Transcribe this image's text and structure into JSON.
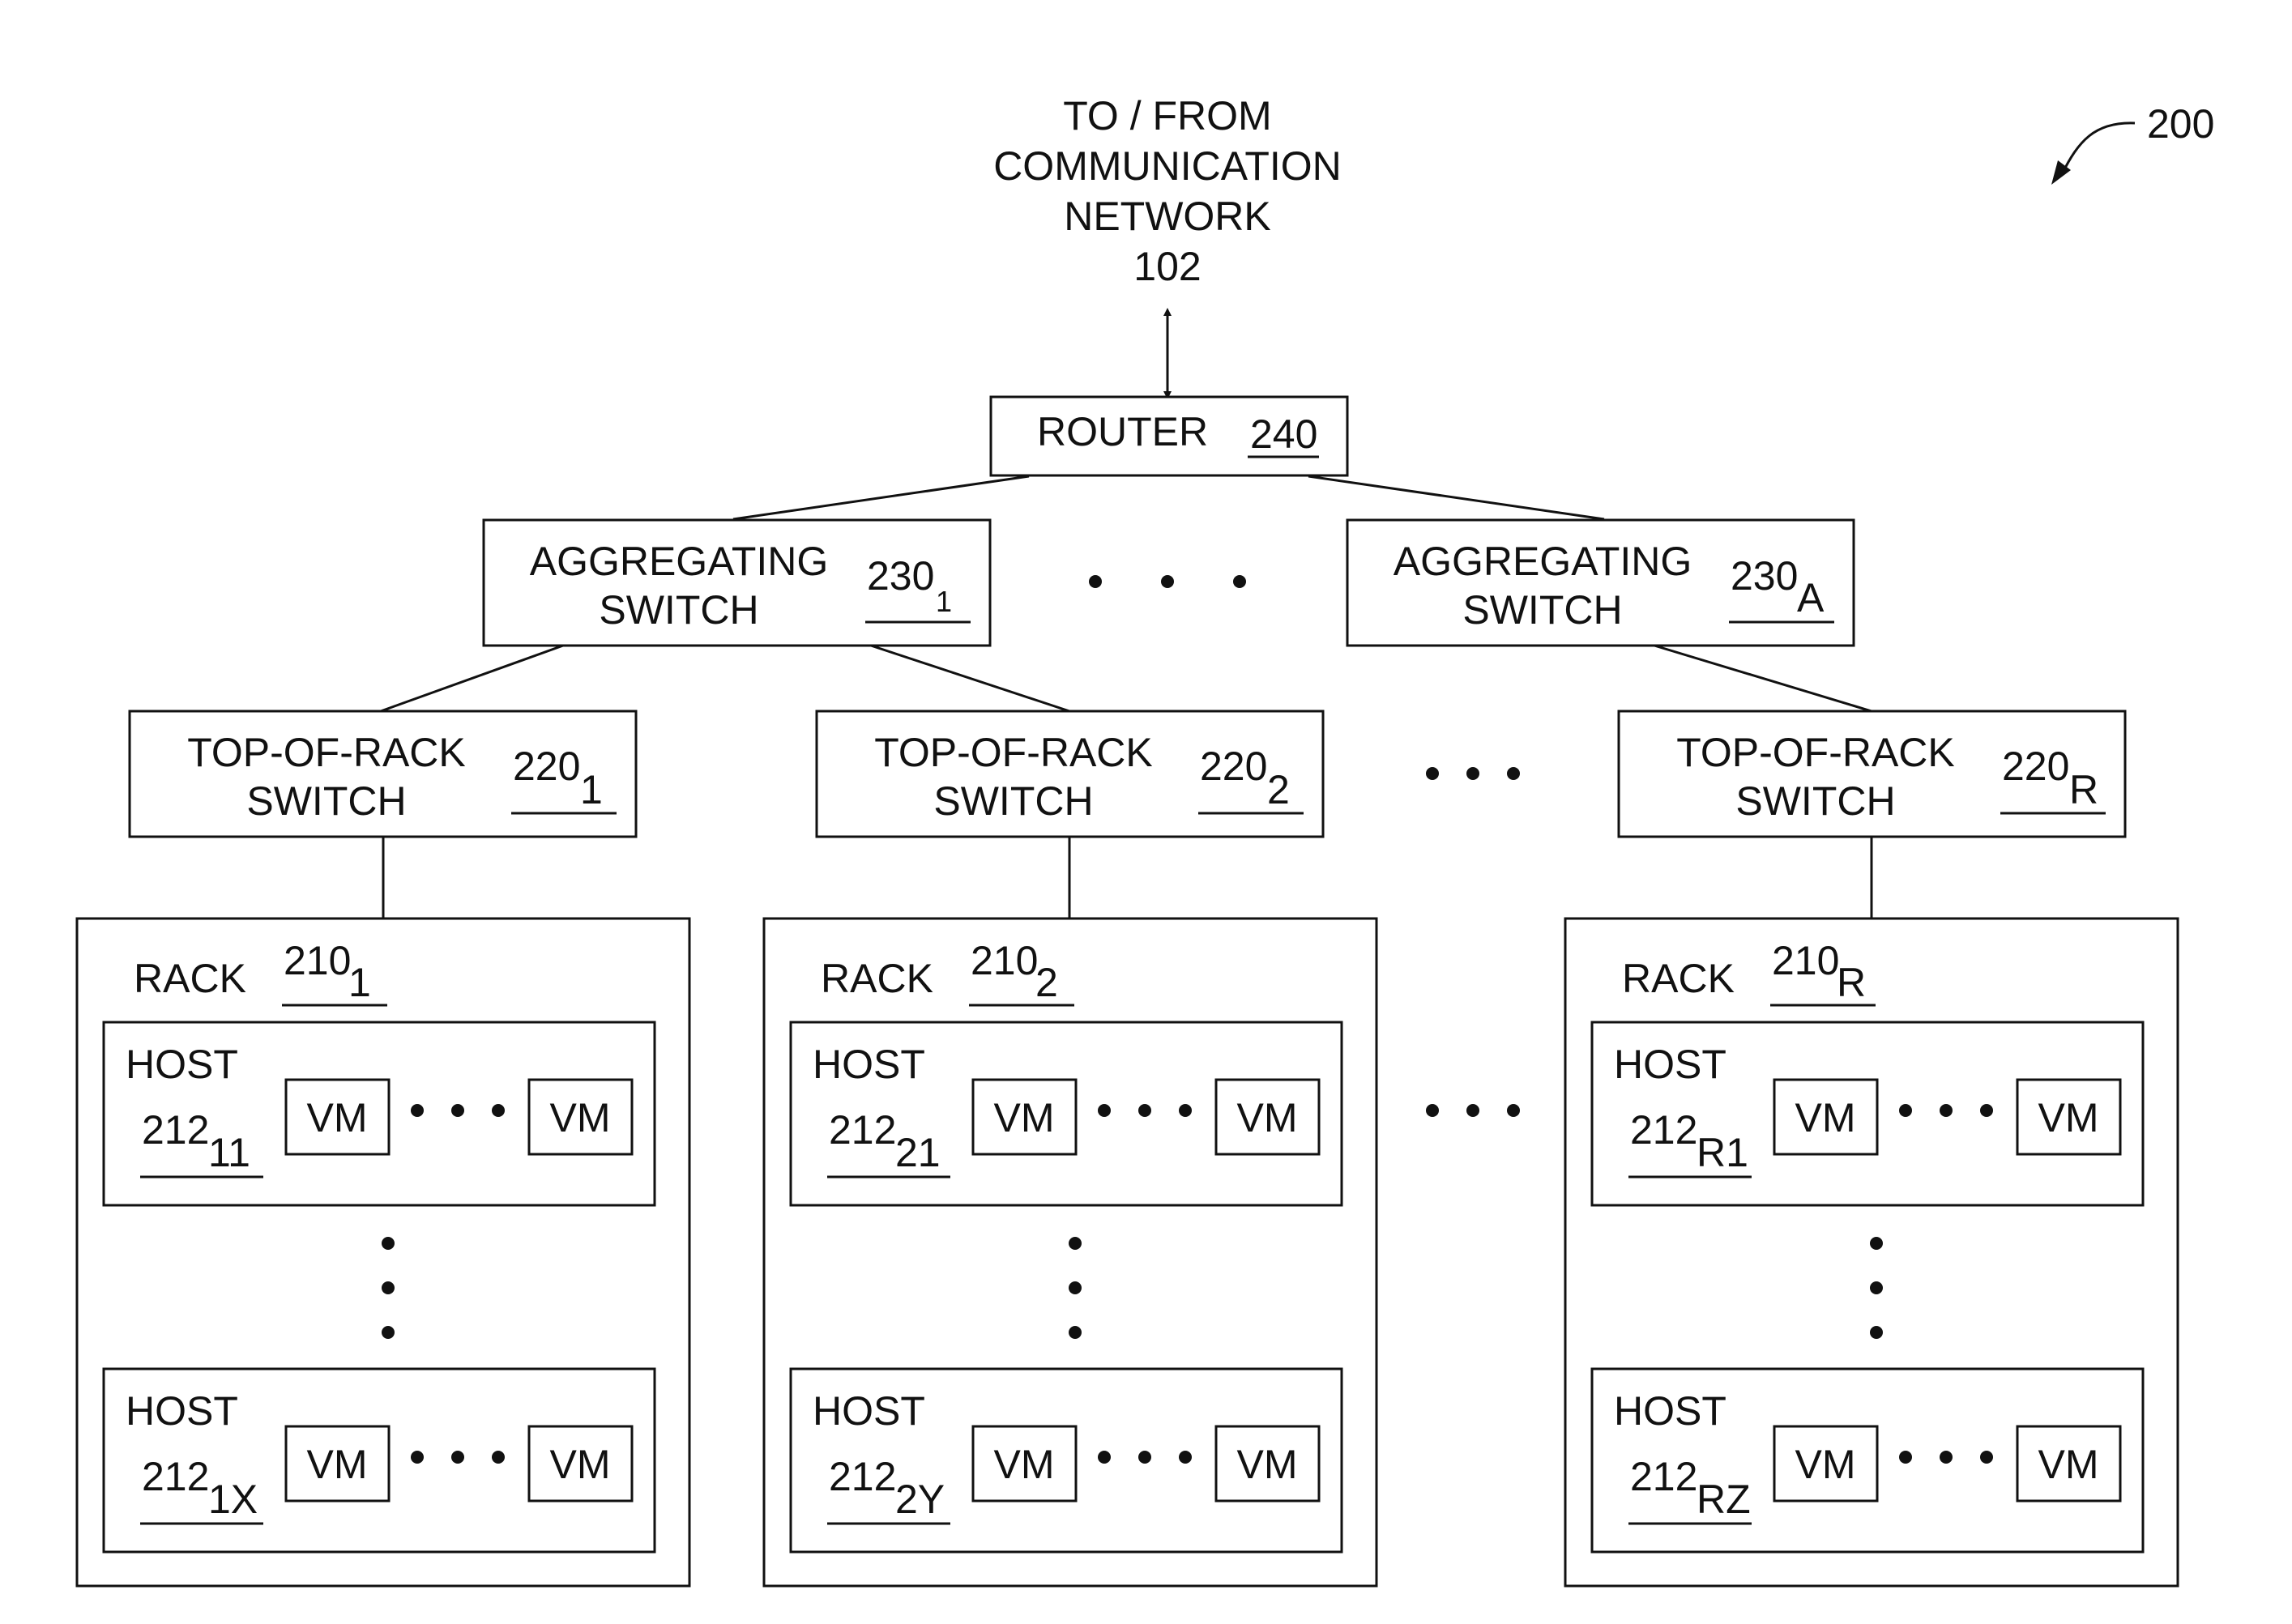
{
  "figure_ref": "200",
  "network": {
    "line1": "TO / FROM",
    "line2": "COMMUNICATION",
    "line3": "NETWORK",
    "ref": "102"
  },
  "router": {
    "label": "ROUTER",
    "ref": "240"
  },
  "aggregating_switches": [
    {
      "line1": "AGGREGATING",
      "line2": "SWITCH",
      "ref": "230",
      "sub": "1"
    },
    {
      "line1": "AGGREGATING",
      "line2": "SWITCH",
      "ref": "230",
      "sub": "A"
    }
  ],
  "tor_switches": [
    {
      "line1": "TOP-OF-RACK",
      "line2": "SWITCH",
      "ref": "220",
      "sub": "1"
    },
    {
      "line1": "TOP-OF-RACK",
      "line2": "SWITCH",
      "ref": "220",
      "sub": "2"
    },
    {
      "line1": "TOP-OF-RACK",
      "line2": "SWITCH",
      "ref": "220",
      "sub": "R"
    }
  ],
  "racks": [
    {
      "label": "RACK",
      "ref": "210",
      "sub": "1",
      "hosts": [
        {
          "label": "HOST",
          "ref": "212",
          "sub": "11",
          "vm1": "VM",
          "vm2": "VM"
        },
        {
          "label": "HOST",
          "ref": "212",
          "sub": "1X",
          "vm1": "VM",
          "vm2": "VM"
        }
      ]
    },
    {
      "label": "RACK",
      "ref": "210",
      "sub": "2",
      "hosts": [
        {
          "label": "HOST",
          "ref": "212",
          "sub": "21",
          "vm1": "VM",
          "vm2": "VM"
        },
        {
          "label": "HOST",
          "ref": "212",
          "sub": "2Y",
          "vm1": "VM",
          "vm2": "VM"
        }
      ]
    },
    {
      "label": "RACK",
      "ref": "210",
      "sub": "R",
      "hosts": [
        {
          "label": "HOST",
          "ref": "212",
          "sub": "R1",
          "vm1": "VM",
          "vm2": "VM"
        },
        {
          "label": "HOST",
          "ref": "212",
          "sub": "RZ",
          "vm1": "VM",
          "vm2": "VM"
        }
      ]
    }
  ]
}
